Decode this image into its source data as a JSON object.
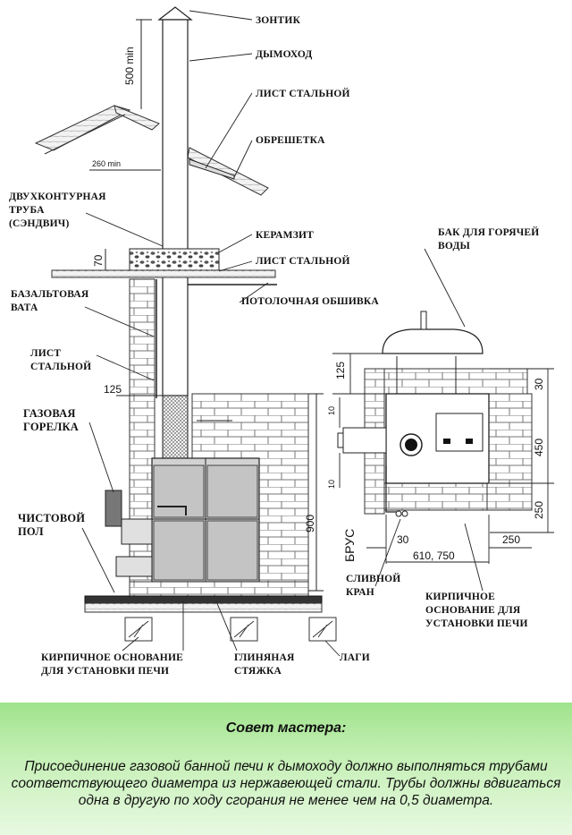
{
  "labels": {
    "zontik": "ЗОНТИК",
    "dymokhod": "ДЫМОХОД",
    "list_stalnoy_top": "ЛИСТ СТАЛЬНОЙ",
    "obreshetka": "ОБРЕШЕТКА",
    "dvukhkonturnaya": "ДВУХКОНТУРНАЯ\nТРУБА\n(СЭНДВИЧ)",
    "keramzit": "КЕРАМЗИТ",
    "list_stalnoy_mid": "ЛИСТ СТАЛЬНОЙ",
    "potolochnaya": "ПОТОЛОЧНАЯ ОБШИВКА",
    "bazaltovaya": "БАЗАЛЬТОВАЯ\nВАТА",
    "list_stalnoy_left": "ЛИСТ\nСТАЛЬНОЙ",
    "gazovaya": "ГАЗОВАЯ\nГОРЕЛКА",
    "chistovoy": "ЧИСТОВОЙ\nПОЛ",
    "bak": "БАК ДЛЯ ГОРЯЧЕЙ\nВОДЫ",
    "slivnoy": "СЛИВНОЙ\nКРАН",
    "kirpichnoe_right": "КИРПИЧНОЕ\nОСНОВАНИЕ ДЛЯ\nУСТАНОВКИ ПЕЧИ",
    "kirpichnoe_bottom": "КИРПИЧНОЕ ОСНОВАНИЕ\nДЛЯ УСТАНОВКИ ПЕЧИ",
    "glinyanaya": "ГЛИНЯНАЯ\nСТЯЖКА",
    "lagi": "ЛАГИ",
    "brus": "БРУС"
  },
  "dimensions": {
    "d500": "500 min",
    "d260": "260 min",
    "d70": "70",
    "d125_left": "125",
    "d900": "900",
    "d125_right": "125",
    "d10_a": "10",
    "d10_b": "10",
    "d30_top": "30",
    "d450": "450",
    "d250_right": "250",
    "d30_bottom": "30",
    "d610": "610, 750",
    "d250_bottom": "250"
  },
  "tip": {
    "title": "Совет мастера:",
    "text": "Присоединение газовой банной печи к дымоходу должно выполняться трубами соответствующего диаметра из нержавеющей стали. Трубы должны вдвигаться одна в другую по ходу сгорания не менее чем на 0,5 диаметра."
  },
  "colors": {
    "tip_band": "#a8e495",
    "line": "#222222",
    "stove_fill": "#cccccc",
    "brick_fill": "#ffffff"
  }
}
